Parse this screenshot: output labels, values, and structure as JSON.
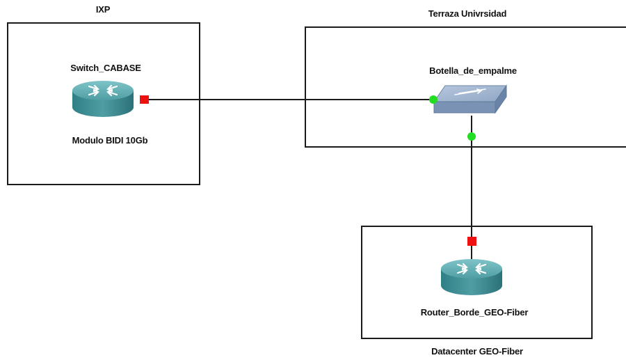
{
  "zones": {
    "ixp": {
      "title": "IXP"
    },
    "terraza": {
      "title": "Terraza Univrsidad"
    },
    "datacenter": {
      "title": "Datacenter GEO-Fiber"
    }
  },
  "nodes": {
    "switch_cabase": {
      "name": "Switch_CABASE",
      "caption": "Modulo BIDI 10Gb",
      "icon": "router-icon"
    },
    "botella": {
      "name": "Botella_de_empalme",
      "icon": "switch-icon"
    },
    "router_borde": {
      "name": "Router_Borde_GEO-Fiber",
      "icon": "router-icon"
    }
  },
  "links": [
    {
      "from": "Switch_CABASE",
      "to": "Botella_de_empalme",
      "from_status": "down",
      "to_status": "up"
    },
    {
      "from": "Botella_de_empalme",
      "to": "Router_Borde_GEO-Fiber",
      "from_status": "up",
      "to_status": "down"
    }
  ],
  "colors": {
    "link_up": "#22dd22",
    "link_down": "#ee1111",
    "router": "#4f9ea3",
    "switch": "#8fa6c4"
  }
}
